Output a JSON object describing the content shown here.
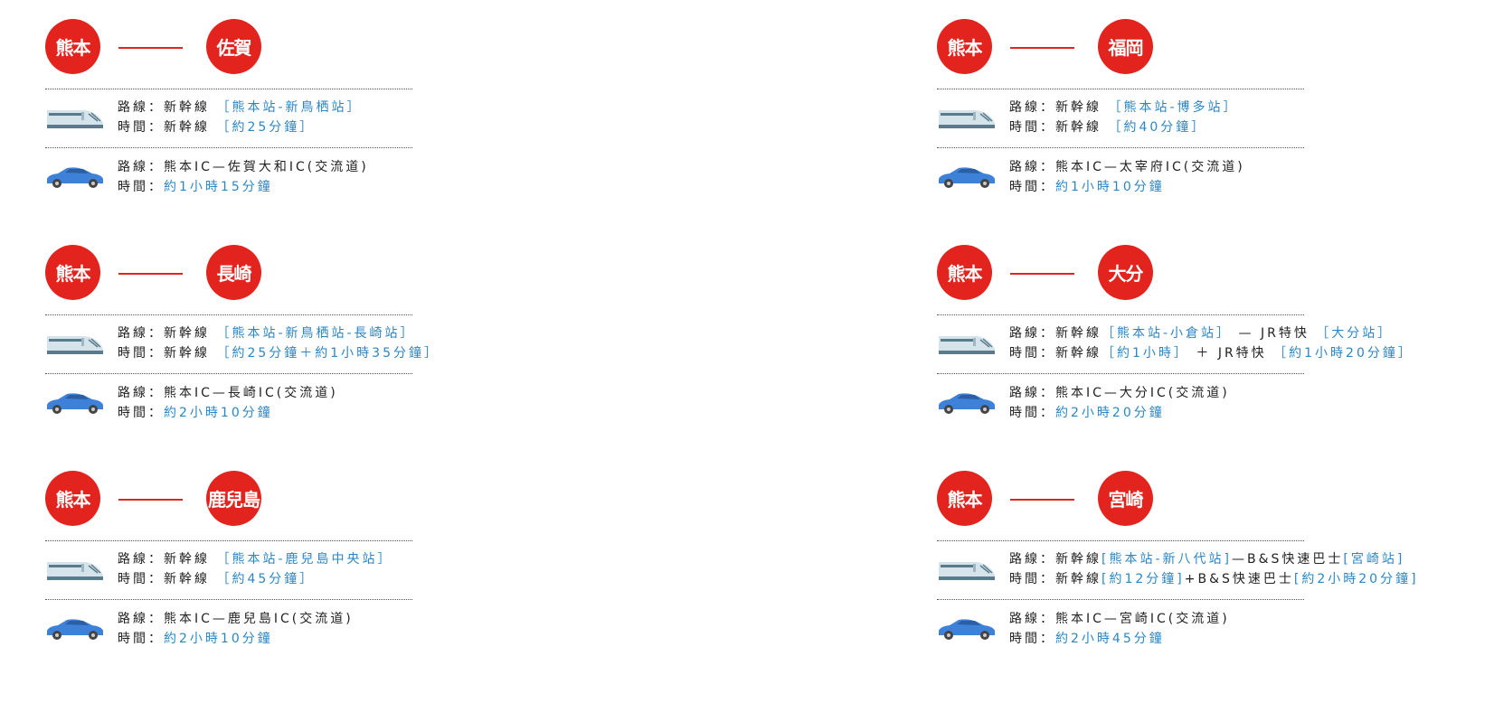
{
  "colors": {
    "accent_red": "#e3231d",
    "link_blue": "#2b86c5"
  },
  "routes": [
    {
      "from": "熊本",
      "to": "佐賀",
      "train": [
        [
          [
            "路線：新幹線 ",
            "k"
          ],
          [
            "［熊本站-新鳥栖站］",
            "b"
          ]
        ],
        [
          [
            "時間：新幹線 ",
            "k"
          ],
          [
            "［約25分鐘］",
            "b"
          ]
        ]
      ],
      "car": [
        [
          [
            "路線：熊本IC—佐賀大和IC(交流道)",
            "k"
          ]
        ],
        [
          [
            "時間：",
            "k"
          ],
          [
            "約1小時15分鐘",
            "b"
          ]
        ]
      ]
    },
    {
      "from": "熊本",
      "to": "福岡",
      "train": [
        [
          [
            "路線：新幹線 ",
            "k"
          ],
          [
            "［熊本站-博多站］",
            "b"
          ]
        ],
        [
          [
            "時間：新幹線 ",
            "k"
          ],
          [
            "［約40分鐘］",
            "b"
          ]
        ]
      ],
      "car": [
        [
          [
            "路線：熊本IC—太宰府IC(交流道)",
            "k"
          ]
        ],
        [
          [
            "時間：",
            "k"
          ],
          [
            "約1小時10分鐘",
            "b"
          ]
        ]
      ]
    },
    {
      "from": "熊本",
      "to": "長崎",
      "train": [
        [
          [
            "路線：新幹線 ",
            "k"
          ],
          [
            "［熊本站-新鳥栖站-長崎站］",
            "b"
          ]
        ],
        [
          [
            "時間：新幹線 ",
            "k"
          ],
          [
            "［約25分鐘＋約1小時35分鐘］",
            "b"
          ]
        ]
      ],
      "car": [
        [
          [
            "路線：熊本IC—長崎IC(交流道)",
            "k"
          ]
        ],
        [
          [
            "時間：",
            "k"
          ],
          [
            "約2小時10分鐘",
            "b"
          ]
        ]
      ]
    },
    {
      "from": "熊本",
      "to": "大分",
      "train": [
        [
          [
            "路線：新幹線",
            "k"
          ],
          [
            "［熊本站-小倉站］",
            "b"
          ],
          [
            " — JR特快 ",
            "k"
          ],
          [
            "［大分站］",
            "b"
          ]
        ],
        [
          [
            "時間：新幹線",
            "k"
          ],
          [
            "［約1小時］",
            "b"
          ],
          [
            " ＋ JR特快 ",
            "k"
          ],
          [
            "［約1小時20分鐘］",
            "b"
          ]
        ]
      ],
      "car": [
        [
          [
            "路線：熊本IC—大分IC(交流道)",
            "k"
          ]
        ],
        [
          [
            "時間：",
            "k"
          ],
          [
            "約2小時20分鐘",
            "b"
          ]
        ]
      ]
    },
    {
      "from": "熊本",
      "to": "鹿兒島",
      "train": [
        [
          [
            "路線：新幹線 ",
            "k"
          ],
          [
            "［熊本站-鹿兒島中央站］",
            "b"
          ]
        ],
        [
          [
            "時間：新幹線 ",
            "k"
          ],
          [
            "［約45分鐘］",
            "b"
          ]
        ]
      ],
      "car": [
        [
          [
            "路線：熊本IC—鹿兒島IC(交流道)",
            "k"
          ]
        ],
        [
          [
            "時間：",
            "k"
          ],
          [
            "約2小時10分鐘",
            "b"
          ]
        ]
      ]
    },
    {
      "from": "熊本",
      "to": "宮崎",
      "train": [
        [
          [
            "路線：新幹線",
            "k"
          ],
          [
            "[熊本站-新八代站]",
            "b"
          ],
          [
            "—B&S快速巴士",
            "k"
          ],
          [
            "[宮崎站]",
            "b"
          ]
        ],
        [
          [
            "時間：新幹線",
            "k"
          ],
          [
            "[約12分鐘]",
            "b"
          ],
          [
            "+B&S快速巴士",
            "k"
          ],
          [
            "[約2小時20分鐘]",
            "b"
          ]
        ]
      ],
      "car": [
        [
          [
            "路線：熊本IC—宮崎IC(交流道)",
            "k"
          ]
        ],
        [
          [
            "時間：",
            "k"
          ],
          [
            "約2小時45分鐘",
            "b"
          ]
        ]
      ]
    }
  ],
  "icons": {
    "train": "shinkansen-icon",
    "car": "car-icon"
  }
}
